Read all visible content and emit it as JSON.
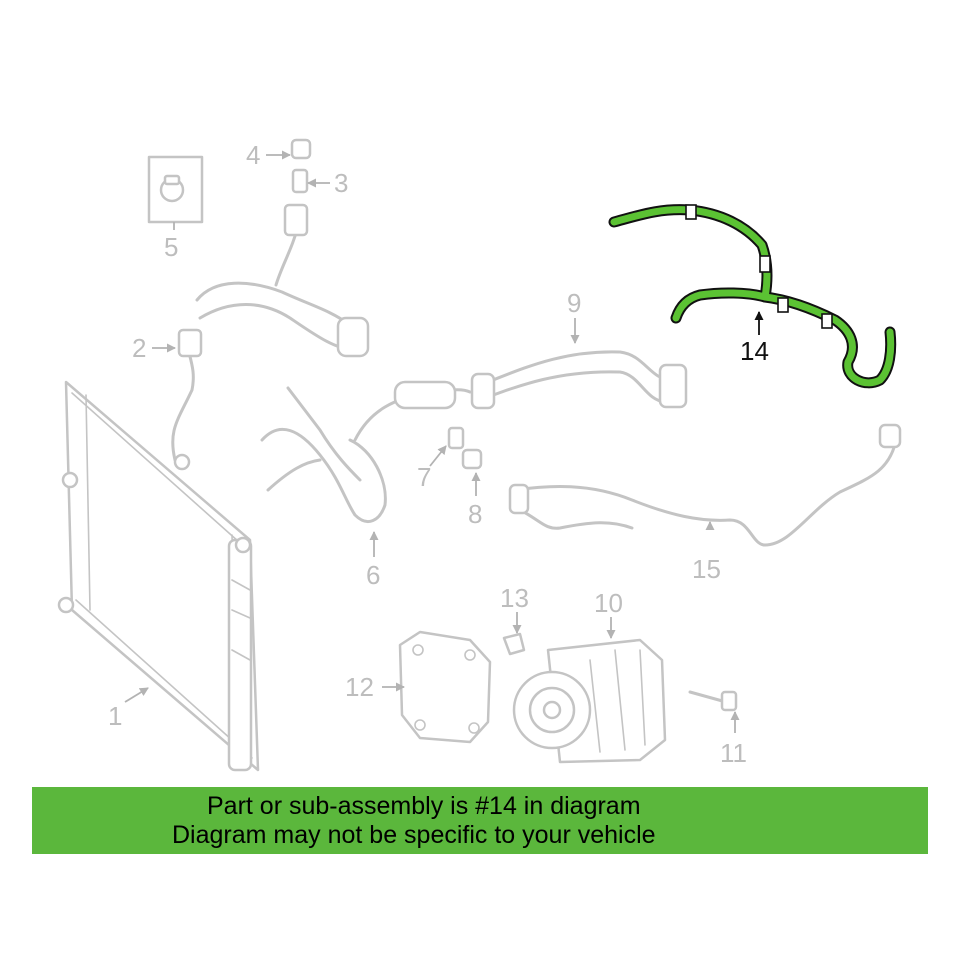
{
  "diagram": {
    "highlight_color": "#5bb73c",
    "part_color": "#c4c4c4",
    "highlighted_part": "14",
    "callouts": {
      "c1": "1",
      "c2": "2",
      "c3": "3",
      "c4": "4",
      "c5": "5",
      "c6": "6",
      "c7": "7",
      "c8": "8",
      "c9": "9",
      "c10": "10",
      "c11": "11",
      "c12": "12",
      "c13": "13",
      "c14": "14",
      "c15": "15"
    }
  },
  "banner": {
    "line1": "Part or sub-assembly is #14 in diagram",
    "line2": "Diagram may not be specific to your vehicle",
    "background": "#5bb73c"
  }
}
